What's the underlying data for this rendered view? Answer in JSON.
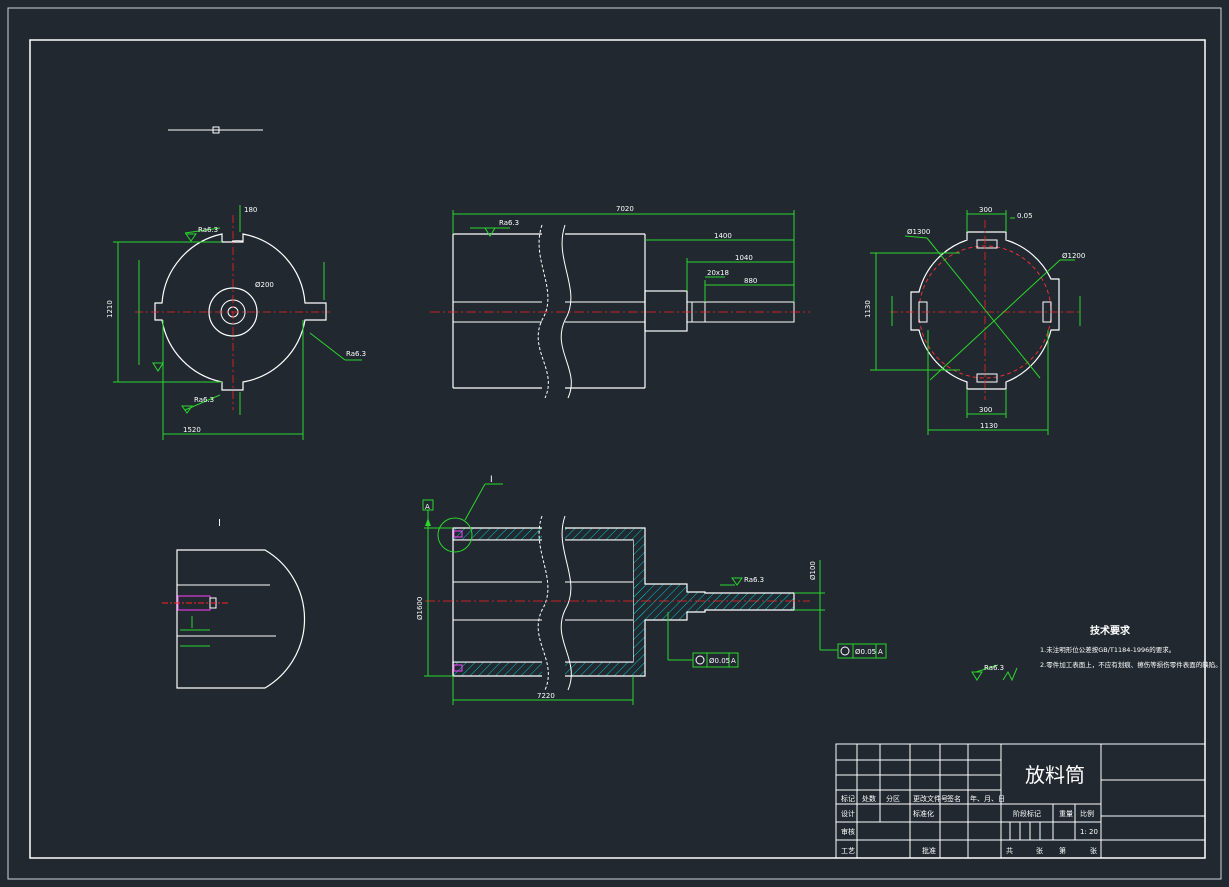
{
  "drawing": {
    "title": "放料筒",
    "scale": "1: 20",
    "tech_req": {
      "heading": "技术要求",
      "line1": "1.未注明形位公差按GB/T1184-1996的要求。",
      "line2": "2.零件加工表面上，不应有划痕、擦伤等损伤零件表面的缺陷。"
    },
    "view_label": "I",
    "datum": "A",
    "roughness": "Ra6.3",
    "dims": {
      "front_total": "7020",
      "front_shaft": "1400",
      "front_step": "1040",
      "front_end": "880",
      "front_small": "20x18",
      "left_width": "1520",
      "left_height": "1210",
      "left_slot": "180",
      "left_hub": "Ø200",
      "right_width": "1130",
      "right_height": "1130",
      "right_dia1": "Ø1300",
      "right_dia2": "Ø1200",
      "right_slot_top": "300",
      "right_slot_bottom": "300",
      "right_tol": "0.05",
      "sec_length": "7220",
      "sec_height": "Ø1600",
      "sec_shaft_dia": "Ø100"
    },
    "gdt": {
      "frame1_value": "Ø0.05",
      "frame1_datum": "A",
      "frame2_value": "Ø0.05",
      "frame2_datum": "A"
    },
    "title_block": {
      "r1": [
        "标记",
        "处数",
        "分区",
        "更改文件号",
        "签名",
        "年、月、日"
      ],
      "r2": [
        "设计",
        "",
        "标准化",
        "",
        "",
        "阶段标记",
        "重量",
        "比例"
      ],
      "r3": [
        "审核"
      ],
      "r4": [
        "工艺",
        "批准",
        "共",
        "张",
        "第",
        "张"
      ]
    }
  }
}
